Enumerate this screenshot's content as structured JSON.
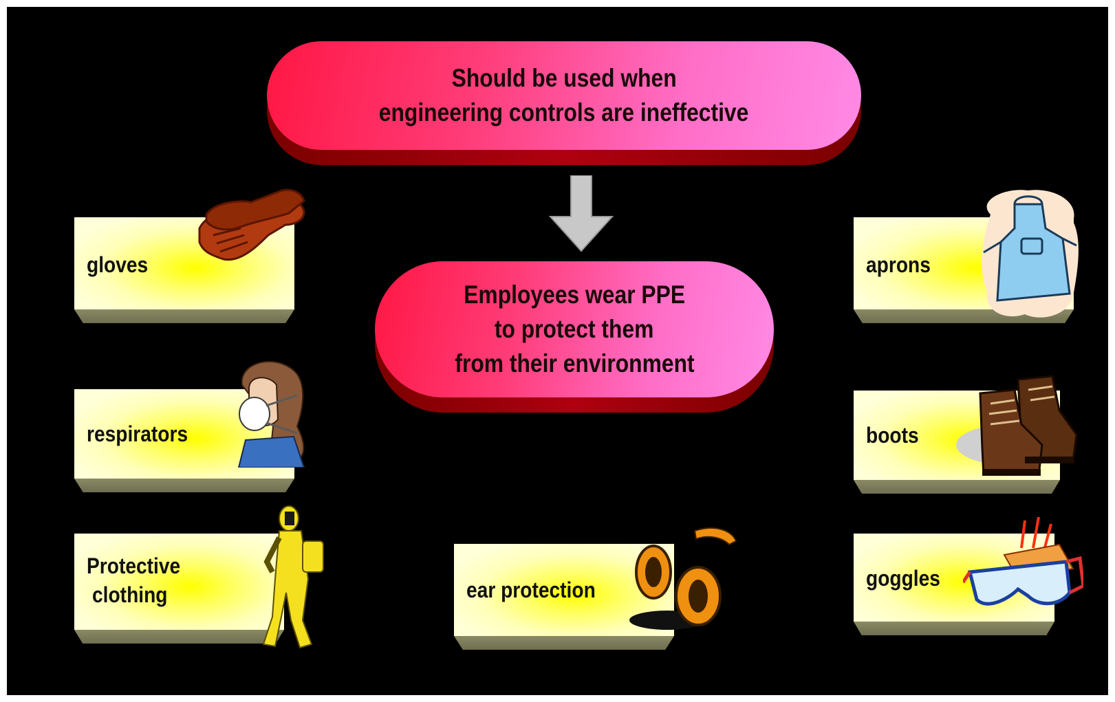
{
  "top_bubble": {
    "line1": "Should be used when",
    "line2": "engineering controls are ineffective"
  },
  "center_bubble": {
    "line1": "Employees wear PPE",
    "line2": "to protect them",
    "line3": "from their environment"
  },
  "items": {
    "gloves": "gloves",
    "respirators": "respirators",
    "clothing_line1": "Protective",
    "clothing_line2": "clothing",
    "ear": "ear protection",
    "aprons": "aprons",
    "boots": "boots",
    "goggles": "goggles"
  },
  "icons": {
    "gloves": "gloves-icon",
    "respirator": "respirator-person-icon",
    "clothing": "hazmat-suit-icon",
    "ear": "ear-muffs-icon",
    "aprons": "apron-icon",
    "boots": "boots-icon",
    "goggles": "goggles-icon"
  },
  "colors": {
    "background": "#000000",
    "pill_gradient_start": "#ff1744",
    "pill_gradient_end": "#ff8ae6",
    "box_yellow": "#ffff00"
  }
}
